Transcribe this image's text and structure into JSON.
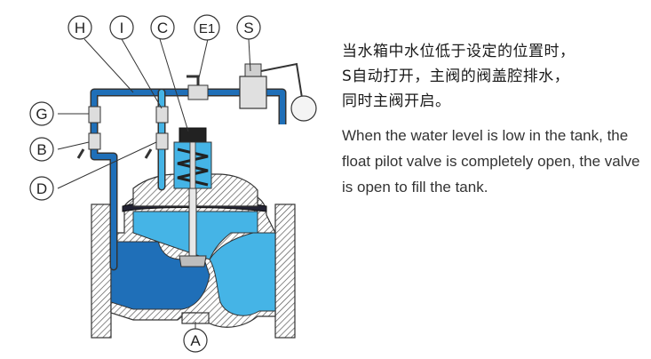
{
  "callouts": {
    "H": "H",
    "I": "I",
    "C": "C",
    "E1": "E1",
    "S": "S",
    "G": "G",
    "B": "B",
    "D": "D",
    "A": "A"
  },
  "caption": {
    "zh_line1": "当水箱中水位低于设定的位置时，",
    "zh_line2": "S自动打开，主阀的阀盖腔排水，",
    "zh_line3": "同时主阀开启。",
    "en_text": "When the water level is low in the tank, the float pilot valve is completely open, the valve is open to fill the tank."
  },
  "colors": {
    "water_dark": "#1f6fb8",
    "water_light": "#45b4e6",
    "body_hatch": "#555555",
    "outline": "#333333"
  }
}
